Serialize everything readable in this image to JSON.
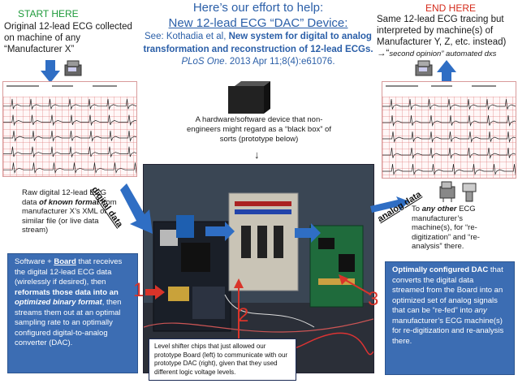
{
  "labels": {
    "start_here": "START HERE",
    "end_here": "END HERE",
    "original_ecg": "Original 12-lead ECG collected on machine of any “Manufacturer X”",
    "same_tracing": "Same 12-lead ECG tracing but interpreted by machine(s) of Manufacturer Y, Z, etc. instead)",
    "second_opinion_prefix": "→“",
    "second_opinion": "second opinion” automated dxs",
    "blackbox": "A hardware/software device that non-engineers might regard as a “black box” of sorts (prototype below)",
    "down_arrow": "↓",
    "digital_data": "digital data",
    "analog_data": "analog data",
    "num1": "1",
    "num2": "2",
    "num3": "3"
  },
  "title": {
    "line1": "Here’s our effort to help:",
    "line2": "New 12-lead ECG “DAC” Device:",
    "cite_see": "See: Kothadia et al, ",
    "cite_bold": "New system for digital to analog transformation and reconstruction of 12-lead ECGs.",
    "cite_journal": "PLoS One",
    "cite_rest": ". 2013 Apr 11;8(4):e61076."
  },
  "raw_data": {
    "p1": "Raw digital 12-lead ECG data ",
    "bold_italic": "of known format",
    "p2": " from manufacturer X’s XML or similar file (or live data stream)"
  },
  "other_ecg": {
    "p1": "To ",
    "bold_italic": "any other",
    "p2": " ECG manufacturer’s machine(s), for  “re-digitization” and “re-analysis” there."
  },
  "software_box": {
    "p1": "Software + ",
    "board": "Board",
    "p2": " that receives the digital 12-lead ECG data (wirelessly if desired), then ",
    "bold": "reformats those data into an ",
    "bold_italic": "optimized binary format",
    "p3": ", then streams them out at an optimal sampling rate to an optimally configured digital-to-analog converter (DAC)."
  },
  "dac_box": {
    "bold": "Optimally configured DAC",
    "p1": " that converts the digital data streamed from the Board into an optimized set of analog signals that can be “re-fed” into ",
    "italic": "any",
    "p2": " manufacturer’s ECG machine(s) for re-digitization and re-analysis there."
  },
  "level_shifter": "Level shifter chips that just allowed our prototype Board (left) to communicate with our prototype DAC (right), given that they used different logic voltage levels.",
  "colors": {
    "start": "#1e9a3a",
    "end": "#d42a1a",
    "title": "#2b5fa8",
    "box_blue": "#3c6db3",
    "arrow_blue": "#2f6ec4",
    "numbers": "#d9342a"
  },
  "icons": [
    "arrow-down-icon",
    "arrow-up-icon",
    "ecg-machine-icon",
    "black-box-icon"
  ]
}
